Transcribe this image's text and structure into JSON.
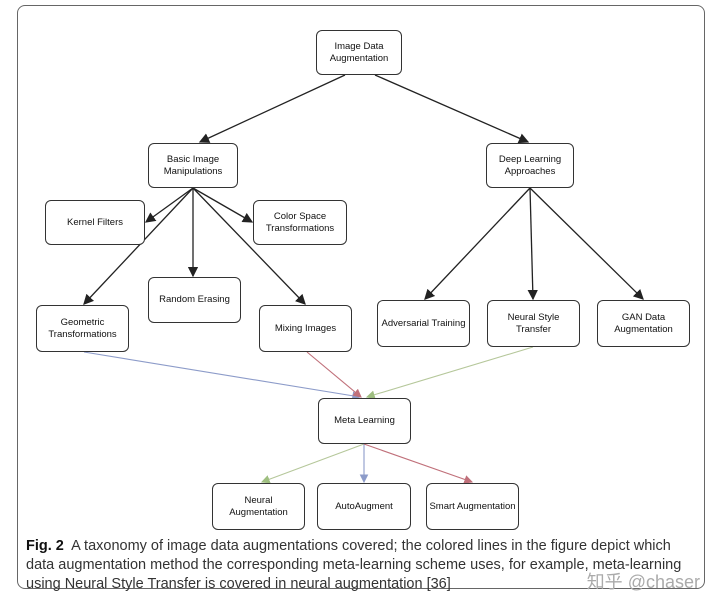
{
  "nodes": {
    "root": "Image Data Augmentation",
    "basic": "Basic Image Manipulations",
    "deep": "Deep Learning Approaches",
    "kernel": "Kernel Filters",
    "color": "Color Space Transformations",
    "random": "Random Erasing",
    "geometric": "Geometric Transformations",
    "mixing": "Mixing Images",
    "adversarial": "Adversarial Training",
    "nst": "Neural Style Transfer",
    "gan": "GAN Data Augmentation",
    "meta": "Meta Learning",
    "neural_aug": "Neural Augmentation",
    "autoaugment": "AutoAugment",
    "smart_aug": "Smart Augmentation"
  },
  "colors": {
    "blue": "#8c9bc9",
    "red": "#c0707a",
    "green": "#b5c79a",
    "black": "#222222"
  },
  "caption": {
    "label": "Fig. 2",
    "text": "A taxonomy of image data augmentations covered; the colored lines in the figure depict which data augmentation method the corresponding meta-learning scheme uses, for example, meta-learning using Neural Style Transfer is covered in neural augmentation [36]"
  },
  "watermark": "知乎 @chaser"
}
